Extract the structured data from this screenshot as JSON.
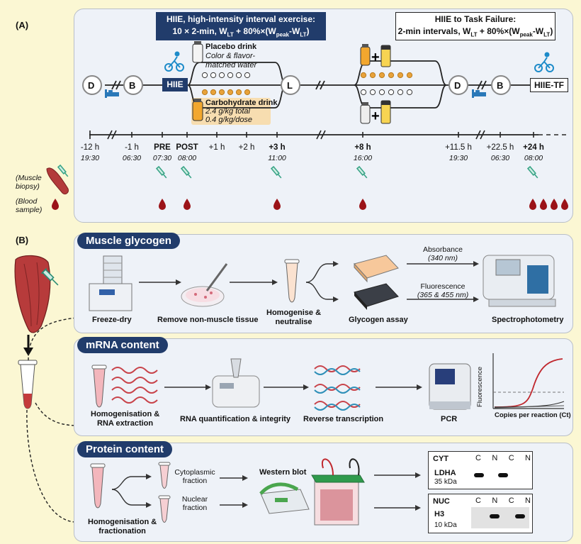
{
  "panelA": {
    "letter": "(A)",
    "hiie_title_l1": "HIIE, high-intensity interval exercise:",
    "hiie_title_l2": "10 × 2-min, W",
    "hiie_title_l2_sub1": "LT",
    "hiie_title_l2_mid": " + 80%×(W",
    "hiie_title_l2_sub2": "peak",
    "hiie_title_l2_mid2": "-W",
    "hiie_title_l2_sub3": "LT",
    "hiie_title_l2_end": ")",
    "tf_title_l1": "HIIE to Task Failure:",
    "tf_title_l2": "2-min intervals, W",
    "tf_title_l2_sub1": "LT",
    "tf_title_l2_mid": " + 80%×(W",
    "tf_title_l2_sub2": "peak",
    "tf_title_l2_mid2": "-W",
    "tf_title_l2_sub3": "LT",
    "tf_title_l2_end": ")",
    "meal_d": "D",
    "meal_b": "B",
    "meal_l": "L",
    "hiie_box": "HIIE",
    "hiie_tf_box": "HIIE-TF",
    "placebo_title": "Placebo drink",
    "placebo_l1": "Color & flavor-",
    "placebo_l2": "matched water",
    "carb_title": "Carbohydrate drink",
    "carb_l1": "2.4 g/kg total",
    "carb_l2": "0.4 g/kg/dose",
    "timepoints": [
      {
        "label": "-12 h",
        "time": "19:30",
        "bold": false
      },
      {
        "label": "-1 h",
        "time": "06:30",
        "bold": false
      },
      {
        "label": "PRE",
        "time": "07:30",
        "bold": true
      },
      {
        "label": "POST",
        "time": "08:00",
        "bold": true
      },
      {
        "label": "+1 h",
        "time": "",
        "bold": false
      },
      {
        "label": "+2 h",
        "time": "",
        "bold": false
      },
      {
        "label": "+3 h",
        "time": "11:00",
        "bold": true
      },
      {
        "label": "+8 h",
        "time": "16:00",
        "bold": true
      },
      {
        "label": "+11.5 h",
        "time": "19:30",
        "bold": false
      },
      {
        "label": "+22.5 h",
        "time": "06:30",
        "bold": false
      },
      {
        "label": "+24 h",
        "time": "08:00",
        "bold": true
      }
    ],
    "legend_biopsy_l1": "(Muscle",
    "legend_biopsy_l2": "biopsy)",
    "legend_blood_l1": "(Blood",
    "legend_blood_l2": "sample)"
  },
  "panelB": {
    "letter": "(B)",
    "glycogen": {
      "header": "Muscle glycogen",
      "freeze_dry": "Freeze-dry",
      "remove": "Remove non-muscle tissue",
      "homog_l1": "Homogenise &",
      "homog_l2": "neutralise",
      "assay": "Glycogen assay",
      "spectro": "Spectrophotometry",
      "absorbance": "Absorbance",
      "absorbance_wl": "(340 nm)",
      "fluorescence": "Fluorescence",
      "fluorescence_wl": "(365 & 455 nm)"
    },
    "mrna": {
      "header": "mRNA content",
      "homog_l1": "Homogenisation &",
      "homog_l2": "RNA extraction",
      "quant": "RNA quantification & integrity",
      "rt": "Reverse transcription",
      "pcr": "PCR",
      "y_axis": "Fluorescence",
      "x_axis": "Copies per reaction (Ct)"
    },
    "protein": {
      "header": "Protein content",
      "homog_l1": "Homogenisation &",
      "homog_l2": "fractionation",
      "cyto_l1": "Cytoplasmic",
      "cyto_l2": "fraction",
      "nuc_l1": "Nuclear",
      "nuc_l2": "fraction",
      "western": "Western blot",
      "cyt_label": "CYT",
      "ldha": "LDHA",
      "ldha_kda": "35 kDa",
      "nuc_label": "NUC",
      "h3": "H3",
      "h3_kda": "10 kDa",
      "lanes": [
        "C",
        "N",
        "C",
        "N"
      ]
    }
  }
}
